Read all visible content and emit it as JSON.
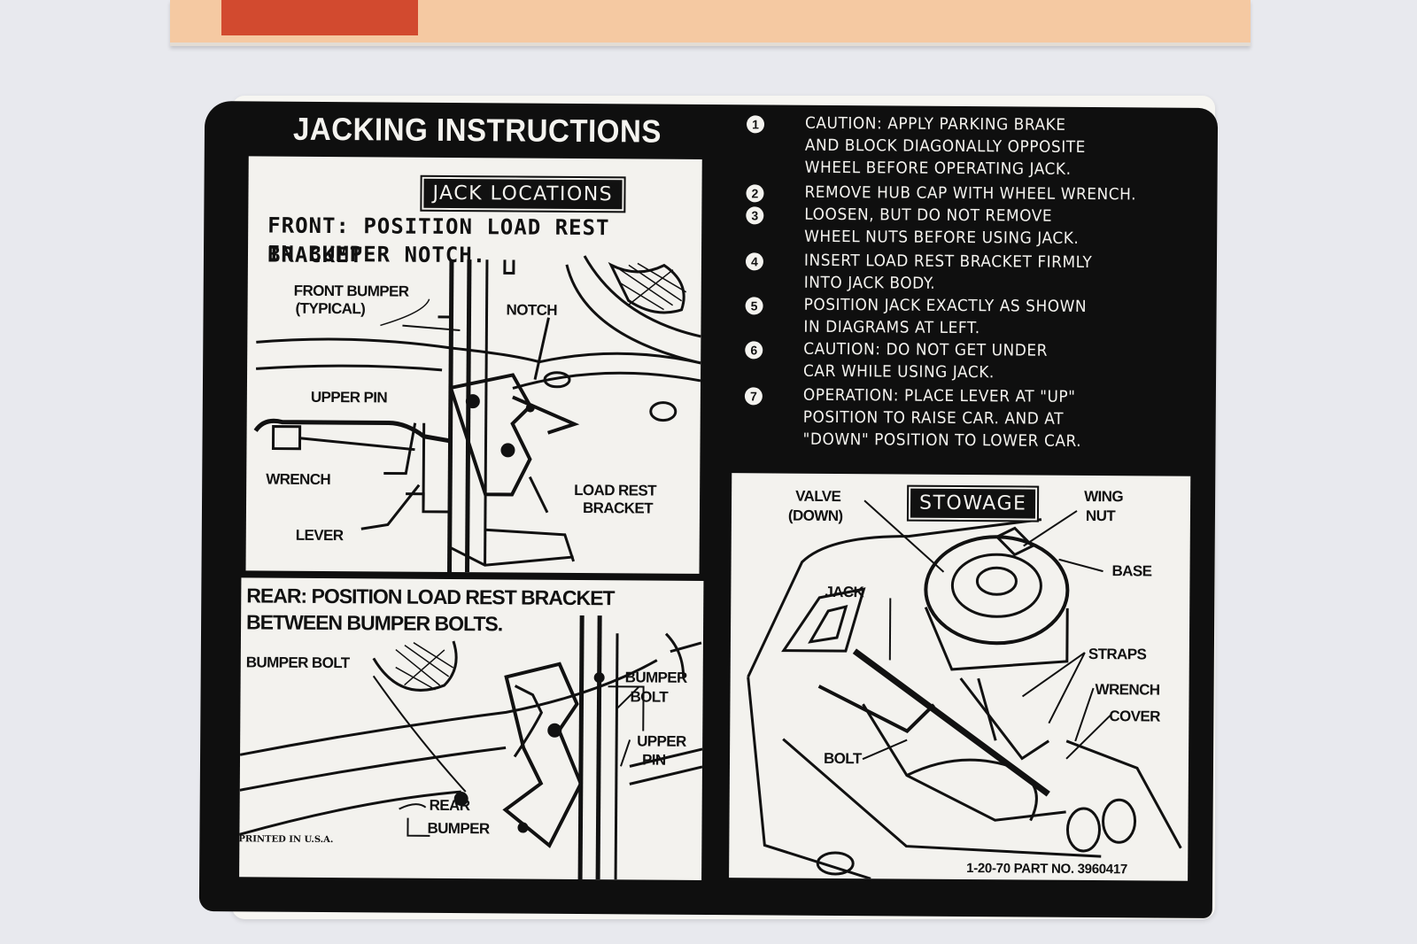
{
  "decal": {
    "title": "JACKING INSTRUCTIONS",
    "front_panel": {
      "tag": "JACK LOCATIONS",
      "heading_line1": "FRONT: POSITION LOAD REST BRACKET",
      "heading_line2": "IN BUMPER NOTCH.",
      "labels": {
        "front_bumper_1": "FRONT BUMPER",
        "front_bumper_2": "(TYPICAL)",
        "notch": "NOTCH",
        "upper_pin": "UPPER PIN",
        "wrench": "WRENCH",
        "load_rest_1": "LOAD REST",
        "load_rest_2": "BRACKET",
        "lever": "LEVER"
      }
    },
    "rear_panel": {
      "heading_line1": "REAR: POSITION LOAD REST BRACKET",
      "heading_line2": "BETWEEN BUMPER BOLTS.",
      "labels": {
        "bumper_bolt_left": "BUMPER BOLT",
        "bumper_bolt_right_1": "BUMPER",
        "bumper_bolt_right_2": "BOLT",
        "upper_pin_1": "UPPER",
        "upper_pin_2": "PIN",
        "rear_bumper_1": "REAR",
        "rear_bumper_2": "BUMPER"
      },
      "printed": "PRINTED IN U.S.A."
    },
    "stowage_panel": {
      "tag": "STOWAGE",
      "labels": {
        "valve_1": "VALVE",
        "valve_2": "(DOWN)",
        "wing_nut_1": "WING",
        "wing_nut_2": "NUT",
        "base": "BASE",
        "jack": "JACK",
        "straps": "STRAPS",
        "wrench": "WRENCH",
        "cover": "COVER",
        "bolt": "BOLT"
      },
      "part_no": "1-20-70  PART NO. 3960417"
    },
    "steps": [
      {
        "num": "1",
        "text": "CAUTION: APPLY PARKING BRAKE\nAND BLOCK DIAGONALLY OPPOSITE\nWHEEL BEFORE OPERATING JACK."
      },
      {
        "num": "2",
        "text": "REMOVE HUB CAP WITH WHEEL WRENCH."
      },
      {
        "num": "3",
        "text": "LOOSEN, BUT DO NOT REMOVE\nWHEEL NUTS BEFORE USING JACK."
      },
      {
        "num": "4",
        "text": "INSERT LOAD REST BRACKET FIRMLY\nINTO JACK BODY."
      },
      {
        "num": "5",
        "text": "POSITION JACK EXACTLY AS SHOWN\nIN DIAGRAMS AT LEFT."
      },
      {
        "num": "6",
        "text": "CAUTION: DO NOT GET UNDER\nCAR WHILE USING JACK."
      },
      {
        "num": "7",
        "text": "OPERATION: PLACE LEVER AT \"UP\"\nPOSITION TO RAISE CAR. AND AT\n\"DOWN\" POSITION TO LOWER CAR."
      }
    ]
  },
  "colors": {
    "background": "#e8e9ee",
    "decal_black": "#0f0f0f",
    "decal_white": "#f3f2ee",
    "book_peach": "#f5c9a2",
    "book_red": "#d24a2f"
  }
}
